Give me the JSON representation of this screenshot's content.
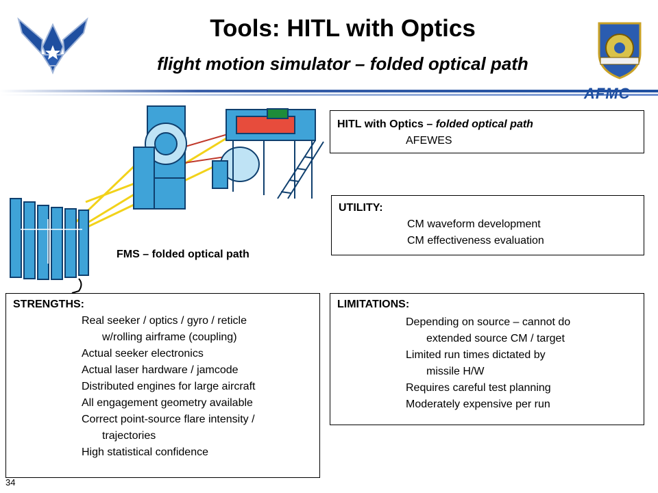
{
  "slide": {
    "title": "Tools:  HITL with Optics",
    "subtitle": "flight motion simulator – folded optical path",
    "logo_text": "AFMC",
    "page_number": "34",
    "figure_caption": "FMS – folded optical path",
    "brand_color": "#1f4fa0",
    "hardware_color": "#3fa3d8"
  },
  "hitl_box": {
    "heading_prefix": "HITL with Optics – ",
    "heading_italic": "folded optical path",
    "value": "AFEWES"
  },
  "utility": {
    "heading": "UTILITY:",
    "items": [
      "CM waveform development",
      "CM effectiveness evaluation"
    ]
  },
  "limitations": {
    "heading": "LIMITATIONS:",
    "lines": [
      "Depending on source – cannot do",
      "extended source CM / target",
      "Limited run times dictated by",
      "missile H/W",
      "Requires careful test planning",
      "Moderately expensive per run"
    ]
  },
  "strengths": {
    "heading": "STRENGTHS:",
    "lines": [
      "Real seeker / optics / gyro / reticle",
      "w/rolling airframe (coupling)",
      "Actual seeker electronics",
      "Actual laser hardware / jamcode",
      "Distributed engines for large aircraft",
      "All engagement geometry available",
      "Correct point-source flare intensity /",
      "trajectories",
      "High statistical confidence"
    ]
  }
}
